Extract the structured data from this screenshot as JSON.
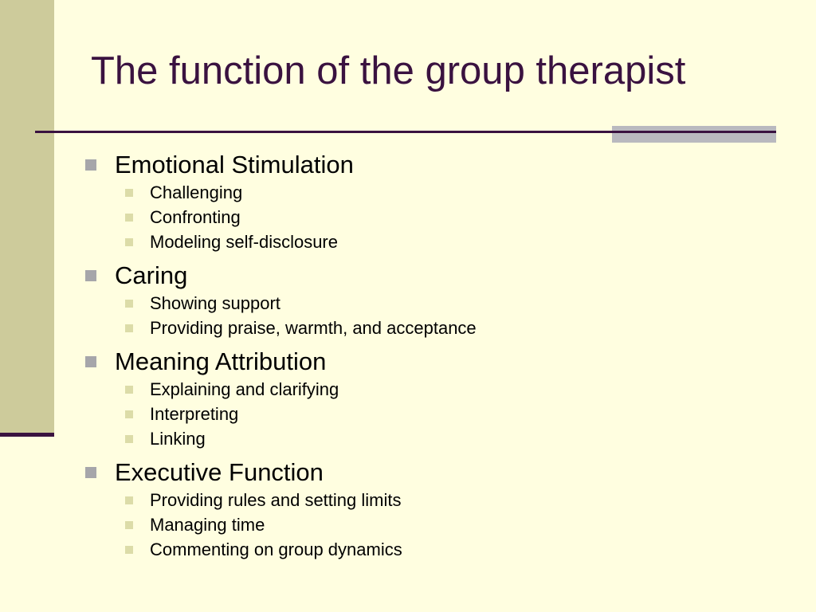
{
  "slide": {
    "title": "The function of the group therapist",
    "sections": [
      {
        "heading": "Emotional Stimulation",
        "items": [
          "Challenging",
          "Confronting",
          "Modeling self-disclosure"
        ]
      },
      {
        "heading": "Caring",
        "items": [
          "Showing support",
          "Providing praise, warmth, and acceptance"
        ]
      },
      {
        "heading": "Meaning Attribution",
        "items": [
          "Explaining and clarifying",
          "Interpreting",
          "Linking"
        ]
      },
      {
        "heading": "Executive Function",
        "items": [
          "Providing rules and setting limits",
          "Managing time",
          "Commenting on group dynamics"
        ]
      }
    ]
  },
  "colors": {
    "background": "#fffee0",
    "side_strip": "#cdcb9b",
    "title_text": "#3a1240",
    "rule": "#3a1240",
    "accent_bar": "#b9b9bf",
    "level1_bullet": "#a6a6aa",
    "level2_bullet": "#dcdca8"
  },
  "icons": {
    "level1_bullet": "square-bullet-icon",
    "level2_bullet": "small-square-bullet-icon"
  }
}
